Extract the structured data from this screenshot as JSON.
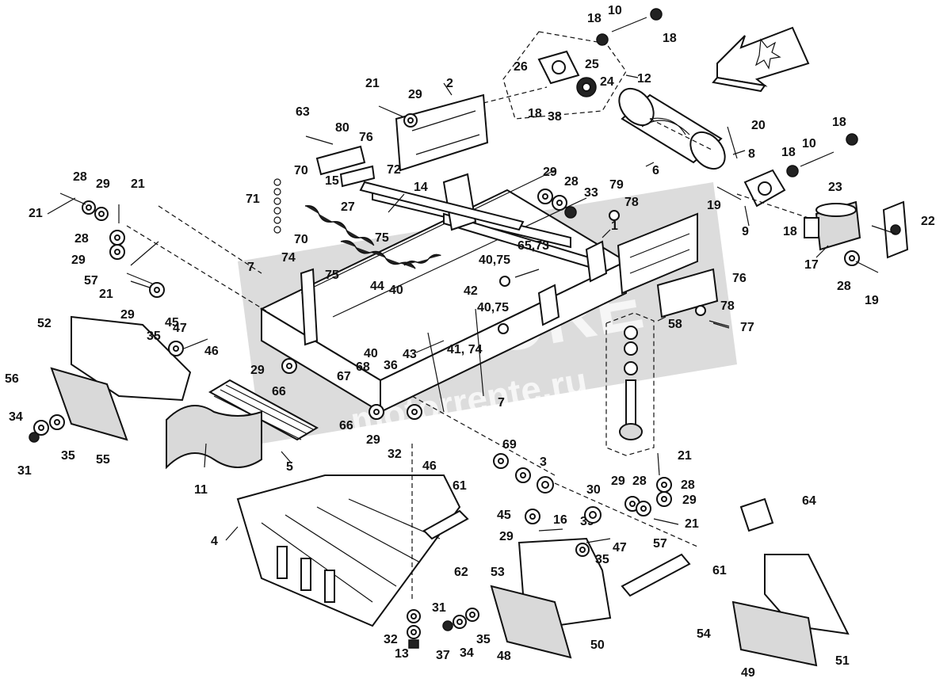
{
  "watermark": {
    "line1": "MOTORE",
    "line2": "motorrente.ru"
  },
  "parts": {
    "p1": "1",
    "p2": "2",
    "p3": "3",
    "p4": "4",
    "p5": "5",
    "p6": "6",
    "p7a": "7",
    "p7b": "7",
    "p8": "8",
    "p9": "9",
    "p10a": "10",
    "p10b": "10",
    "p11": "11",
    "p12": "12",
    "p13": "13",
    "p14": "14",
    "p15": "15",
    "p16": "16",
    "p17": "17",
    "p18a": "18",
    "p18b": "18",
    "p18c": "18",
    "p18d": "18",
    "p18e": "18",
    "p18f": "18",
    "p19a": "19",
    "p19b": "19",
    "p20": "20",
    "p21a": "21",
    "p21b": "21",
    "p21c": "21",
    "p21d": "21",
    "p21e": "21",
    "p21f": "21",
    "p22": "22",
    "p23": "23",
    "p24": "24",
    "p25": "25",
    "p26": "26",
    "p27": "27",
    "p28a": "28",
    "p28b": "28",
    "p28c": "28",
    "p28d": "28",
    "p28e": "28",
    "p28f": "28",
    "p29a": "29",
    "p29b": "29",
    "p29c": "29",
    "p29d": "29",
    "p29e": "29",
    "p29f": "29",
    "p29g": "29",
    "p29h": "29",
    "p29i": "29",
    "p29j": "29",
    "p30": "30",
    "p31a": "31",
    "p31b": "31",
    "p32a": "32",
    "p32b": "32",
    "p33": "33",
    "p34a": "34",
    "p34b": "34",
    "p35a": "35",
    "p35b": "35",
    "p35c": "35",
    "p35d": "35",
    "p36": "36",
    "p37": "37",
    "p38": "38",
    "p39": "39",
    "p40a": "40",
    "p40b": "40",
    "p4075a": "40,75",
    "p4075b": "40,75",
    "p4174": "41, 74",
    "p42": "42",
    "p43": "43",
    "p44": "44",
    "p45a": "45",
    "p45b": "45",
    "p46a": "46",
    "p46b": "46",
    "p47a": "47",
    "p47b": "47",
    "p48": "48",
    "p49": "49",
    "p50": "50",
    "p51": "51",
    "p52": "52",
    "p53": "53",
    "p54": "54",
    "p55": "55",
    "p56": "56",
    "p57a": "57",
    "p57b": "57",
    "p58": "58",
    "p61a": "61",
    "p61b": "61",
    "p62": "62",
    "p63": "63",
    "p64": "64",
    "p6573": "65,73",
    "p66a": "66",
    "p66b": "66",
    "p67": "67",
    "p68": "68",
    "p69": "69",
    "p70a": "70",
    "p70b": "70",
    "p71": "71",
    "p72": "72",
    "p74": "74",
    "p75a": "75",
    "p75b": "75",
    "p76a": "76",
    "p76b": "76",
    "p77": "77",
    "p78a": "78",
    "p78b": "78",
    "p79": "79",
    "p80": "80"
  }
}
